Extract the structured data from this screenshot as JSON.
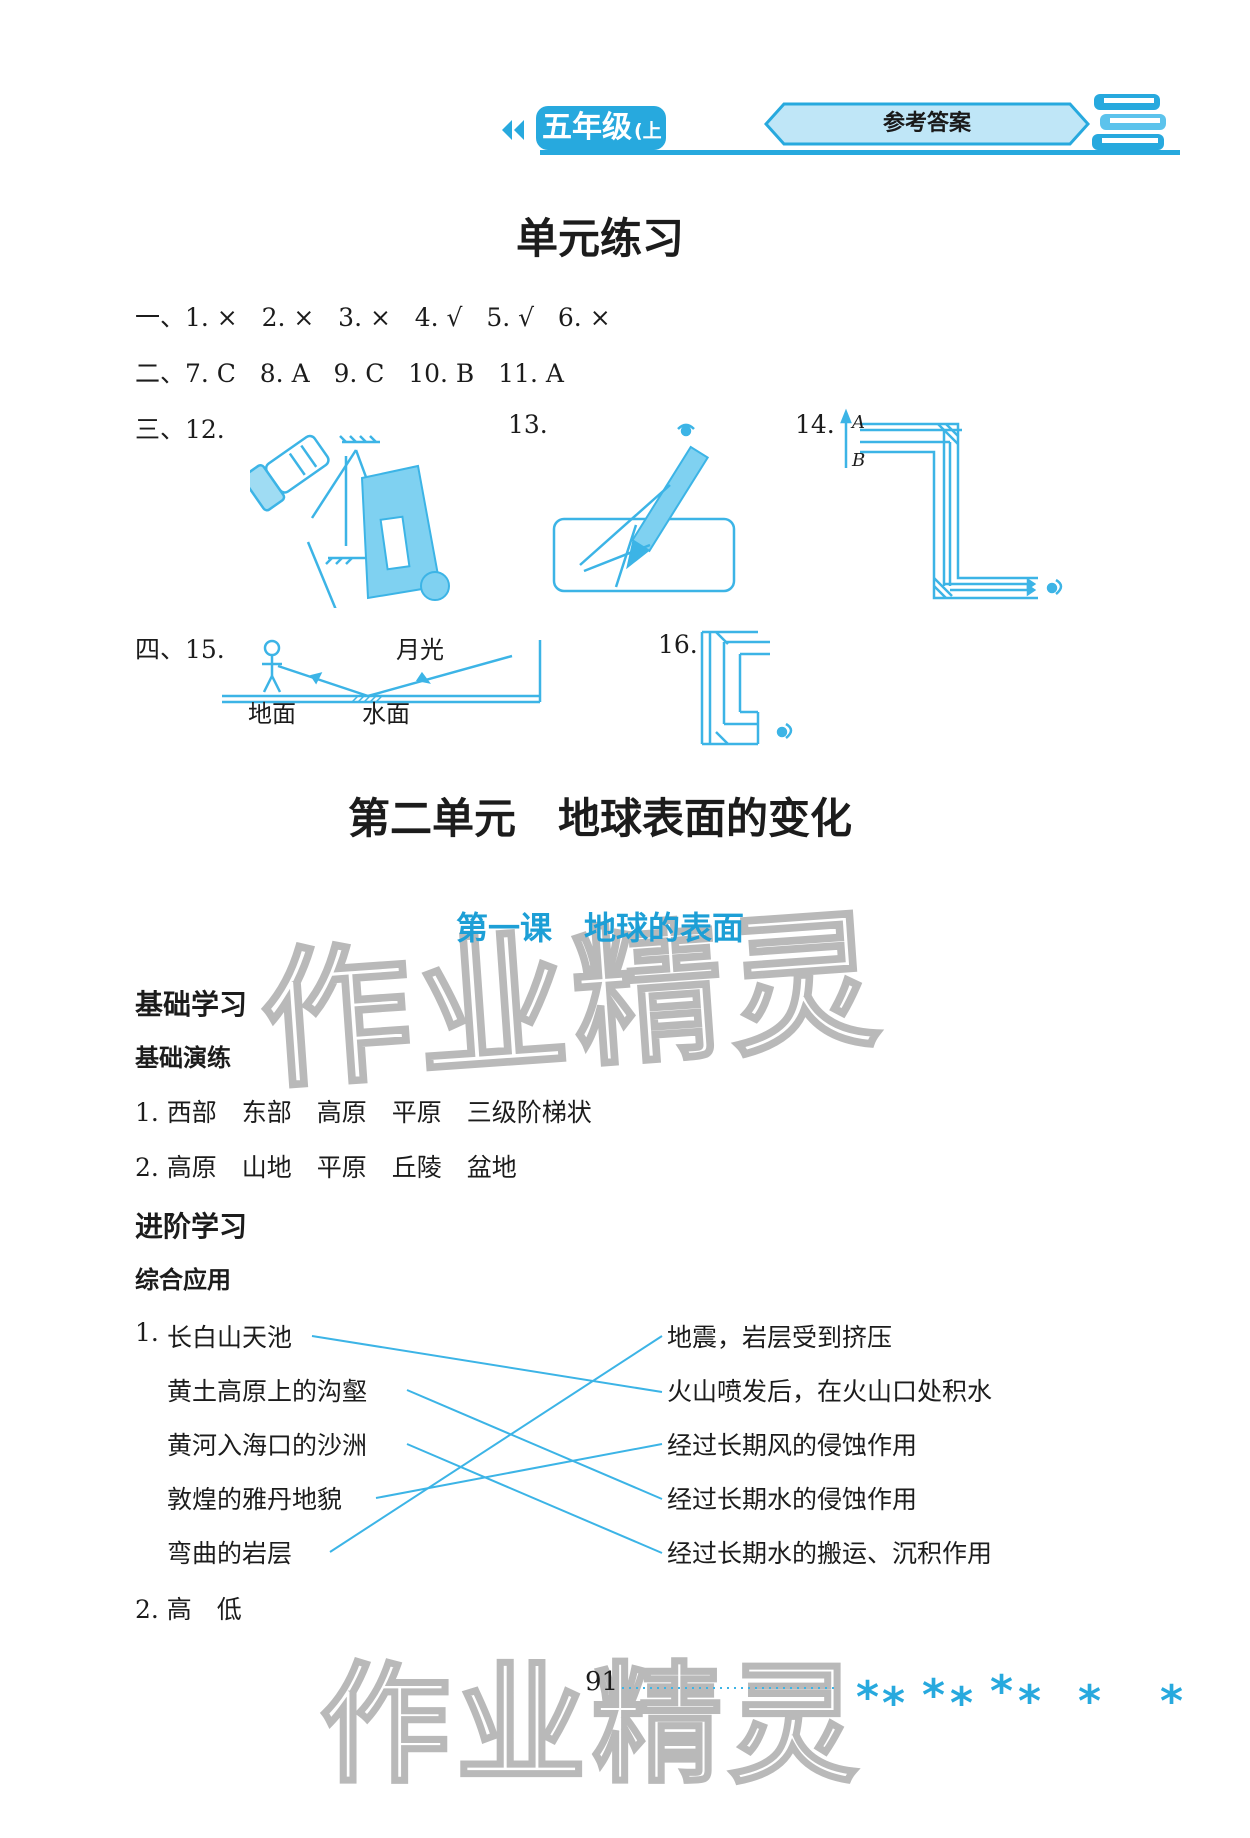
{
  "header": {
    "grade": "五年级",
    "semester": "(上册)",
    "section": "参考答案"
  },
  "unit_practice": {
    "title": "单元练习",
    "line1": "一、1. ×   2. ×   3. ×   4. √   5. √   6. ×",
    "line2": "二、7. C   8. A   9. C   10. B   11. A",
    "q12": "三、12.",
    "q13": "13.",
    "q14": "14.",
    "q14_a": "A",
    "q14_b": "B",
    "q15": "四、15.",
    "moonlight": "月光",
    "ground": "地面",
    "water": "水面",
    "q16": "16."
  },
  "unit2": {
    "title": "第二单元　地球表面的变化",
    "lesson_title": "第一课　地球的表面",
    "basic_heading": "基础学习",
    "basic_sub": "基础演练",
    "basic_line1": "1. 西部　东部　高原　平原　三级阶梯状",
    "basic_line2": "2. 高原　山地　平原　丘陵　盆地",
    "advanced_heading": "进阶学习",
    "advanced_sub": "综合应用",
    "q1_number": "1.",
    "left_items": [
      "长白山天池",
      "黄土高原上的沟壑",
      "黄河入海口的沙洲",
      "敦煌的雅丹地貌",
      "弯曲的岩层"
    ],
    "right_items": [
      "地震，岩层受到挤压",
      "火山喷发后，在火山口处积水",
      "经过长期风的侵蚀作用",
      "经过长期水的侵蚀作用",
      "经过长期水的搬运、沉积作用"
    ],
    "q2": "2. 高　低"
  },
  "footer": {
    "page_number": "91"
  },
  "colors": {
    "accent": "#27a9de",
    "diagram": "#3cb4e6",
    "lesson": "#1d9fd6"
  }
}
